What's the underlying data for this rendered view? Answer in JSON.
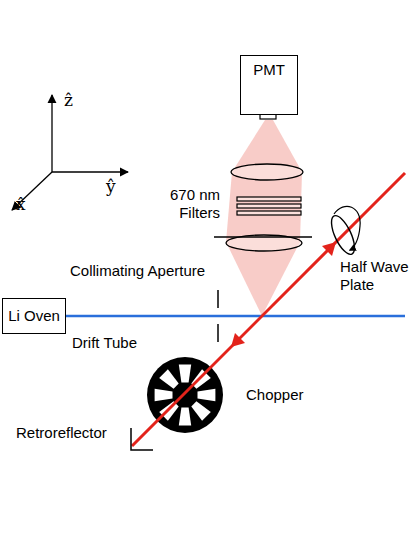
{
  "diagram": {
    "nodes": [
      {
        "text": [
          "PMT"
        ]
      },
      {
        "text": [
          "Li Oven"
        ]
      }
    ],
    "labels": [
      "670 nm Filters",
      "Collimating Aperture",
      "Half Wave Plate",
      "Drift Tube",
      "Chopper",
      "Retroreflector",
      "x̂",
      "ŷ",
      "ẑ"
    ]
  }
}
